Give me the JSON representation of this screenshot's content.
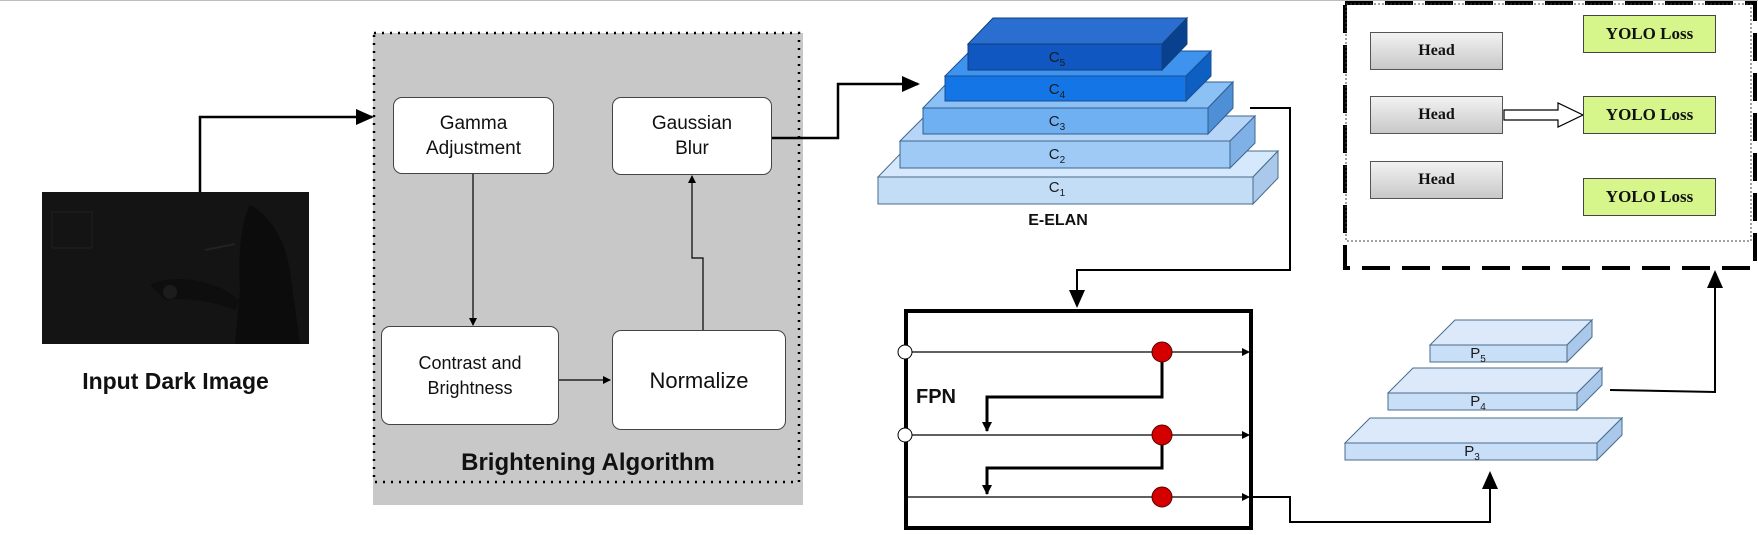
{
  "input": {
    "caption": "Input Dark Image"
  },
  "brightening": {
    "title": "Brightening  Algorithm",
    "steps": [
      {
        "id": "gamma",
        "label": "Gamma\nAdjustment"
      },
      {
        "id": "contrast",
        "label": "Contrast and\nBrightness"
      },
      {
        "id": "normalize",
        "label": "Normalize"
      },
      {
        "id": "blur",
        "label": "Gaussian\nBlur"
      }
    ]
  },
  "backbone": {
    "name": "E-ELAN",
    "layers": [
      {
        "label": "C",
        "sub": "5"
      },
      {
        "label": "C",
        "sub": "4"
      },
      {
        "label": "C",
        "sub": "3"
      },
      {
        "label": "C",
        "sub": "2"
      },
      {
        "label": "C",
        "sub": "1"
      }
    ],
    "colors": [
      "#1057c2",
      "#1476e6",
      "#6fb0f2",
      "#9fcaf5",
      "#c4ddf7"
    ]
  },
  "fpn": {
    "label": "FPN",
    "node_color": "#d40000"
  },
  "pyramid": {
    "layers": [
      {
        "label": "P",
        "sub": "5"
      },
      {
        "label": "P",
        "sub": "4"
      },
      {
        "label": "P",
        "sub": "3"
      }
    ],
    "color": "#c9dff7"
  },
  "detection": {
    "heads": [
      "Head",
      "Head",
      "Head"
    ],
    "losses": [
      "YOLO Loss",
      "YOLO Loss",
      "YOLO Loss"
    ]
  }
}
